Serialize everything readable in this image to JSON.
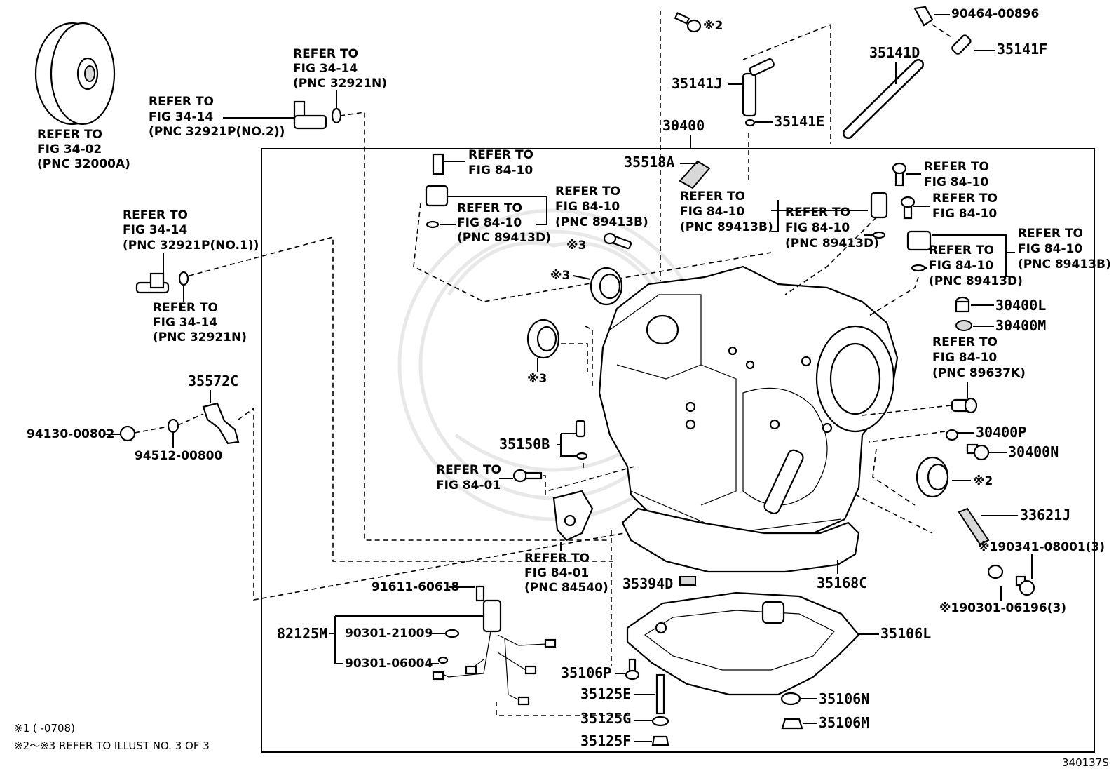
{
  "illustration_id": "340137S",
  "footnotes": [
    "※1 (      -0708)",
    "※2～※3 REFER TO ILLUST NO. 3 OF 3"
  ],
  "marks": {
    "m2": "※2",
    "m3": "※3"
  },
  "refs": {
    "torque_converter": [
      "REFER TO",
      "FIG 34-02",
      "(PNC 32000A)"
    ],
    "union_no2": [
      "REFER TO",
      "FIG 34-14",
      "(PNC 32921P(NO.2))"
    ],
    "oring_top": [
      "REFER TO",
      "FIG 34-14",
      "(PNC 32921N)"
    ],
    "union_no1": [
      "REFER TO",
      "FIG 34-14",
      "(PNC 32921P(NO.1))"
    ],
    "oring_left": [
      "REFER TO",
      "FIG 34-14",
      "(PNC 32921N)"
    ],
    "bolt_8410_a": [
      "REFER TO",
      "FIG 84-10"
    ],
    "oring_89413d_a": [
      "REFER TO",
      "FIG 84-10",
      "(PNC 89413D)"
    ],
    "sensor_89413b_a": [
      "REFER TO",
      "FIG 84-10",
      "(PNC 89413B)"
    ],
    "sensor_89413b_b": [
      "REFER TO",
      "FIG 84-10",
      "(PNC 89413B)"
    ],
    "oring_89413d_b": [
      "REFER TO",
      "FIG 84-10",
      "(PNC 89413D)"
    ],
    "bolt_8410_b": [
      "REFER TO",
      "FIG 84-10"
    ],
    "bolt_8410_c": [
      "REFER TO",
      "FIG 84-10"
    ],
    "sensor_89413b_c": [
      "REFER TO",
      "FIG 84-10",
      "(PNC 89413B)"
    ],
    "oring_89413d_c": [
      "REFER TO",
      "FIG 84-10",
      "(PNC 89413D)"
    ],
    "sensor_89637k": [
      "REFER TO",
      "FIG 84-10",
      "(PNC 89637K)"
    ],
    "bolt_8401": [
      "REFER TO",
      "FIG 84-01"
    ],
    "switch_84540": [
      "REFER TO",
      "FIG 84-01",
      "(PNC 84540)"
    ]
  },
  "parts": {
    "p9046400896": "90464-00896",
    "p35141F": "35141F",
    "p35141D": "35141D",
    "p35141J": "35141J",
    "p35141E": "35141E",
    "p30400": "30400",
    "p35518A": "35518A",
    "p35572C": "35572C",
    "p9413000802": "94130-00802",
    "p9451200800": "94512-00800",
    "p30400L": "30400L",
    "p30400M": "30400M",
    "p30400P": "30400P",
    "p30400N": "30400N",
    "p33621J": "33621J",
    "p9034108001": "※190341-08001(3)",
    "p9030106196": "※190301-06196(3)",
    "p35150B": "35150B",
    "p35168C": "35168C",
    "p35394D": "35394D",
    "p35106L": "35106L",
    "p35106P": "35106P",
    "p35125E": "35125E",
    "p35125G": "35125G",
    "p35125F": "35125F",
    "p35106N": "35106N",
    "p35106M": "35106M",
    "p9161160618": "91611-60618",
    "p82125M": "82125M",
    "p9030121009": "90301-21009",
    "p9030106004": "90301-06004"
  }
}
